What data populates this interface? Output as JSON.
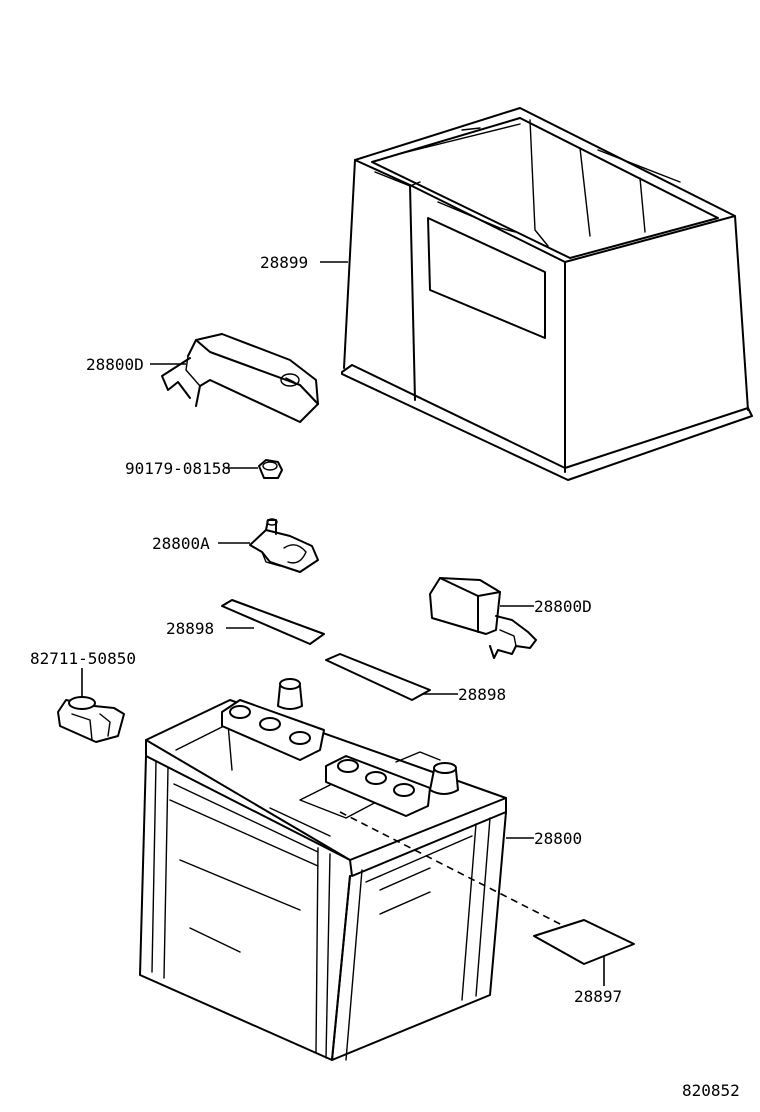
{
  "labels": {
    "battery_tray": "28899",
    "terminal_cover_left": "28800D",
    "nut": "90179-08158",
    "terminal_clamp": "28800A",
    "label_upper": "28898",
    "terminal_cover_right": "28800D",
    "sensor": "82711-50850",
    "label_lower": "28898",
    "battery": "28800",
    "battery_label": "28897",
    "figure_number": "820852"
  }
}
